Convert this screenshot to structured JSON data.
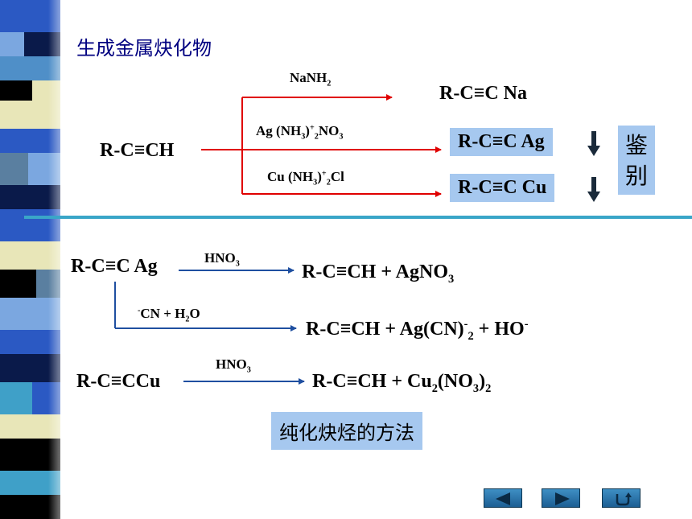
{
  "title": "生成金属炔化物",
  "top": {
    "reactant": "R-C≡CH",
    "reagent1": {
      "main": "NaNH",
      "sub": "2"
    },
    "product1": "R-C≡C Na",
    "reagent2": {
      "a": "Ag (NH",
      "sub1": "3",
      "close": ")",
      "sup": "+",
      "sub2": "2",
      "b": "NO",
      "sub3": "3"
    },
    "product2": "R-C≡C Ag",
    "reagent3": {
      "a": "Cu (NH",
      "sub1": "3",
      "close": ")",
      "sup": "+",
      "sub2": "2",
      "b": "Cl"
    },
    "product3": "R-C≡C Cu",
    "identify": [
      "鉴",
      "别"
    ],
    "precipitate_icon": "down-arrow-icon"
  },
  "bottom": {
    "r1": "R-C≡C Ag",
    "hno3": {
      "main": "HNO",
      "sub": "3"
    },
    "p1": {
      "a": "R-C≡CH + AgNO",
      "sub": "3"
    },
    "cn": {
      "sup": "-",
      "a": "CN + H",
      "sub": "2",
      "b": "O"
    },
    "p2": {
      "a": "R-C≡CH + Ag(CN)",
      "sup": "-",
      "sub": "2",
      "b": " + HO",
      "sup2": "-"
    },
    "r2": "R-C≡CCu",
    "hno3b": {
      "main": "HNO",
      "sub": "3"
    },
    "p3": {
      "a": "R-C≡CH + Cu",
      "sub1": "2",
      "b": "(NO",
      "sub2": "3",
      "c": ")",
      "sub3": "2"
    },
    "purify_label": "纯化炔烃的方法"
  },
  "nav": {
    "prev": "prev-triangle-icon",
    "next": "next-triangle-icon",
    "return": "return-arrow-icon"
  },
  "colors": {
    "red_arrow": "#e00000",
    "blue_arrow": "#1f4fa0",
    "box_fill": "#a6c8ef",
    "title": "#000080",
    "divider": "#3aa6c8"
  }
}
